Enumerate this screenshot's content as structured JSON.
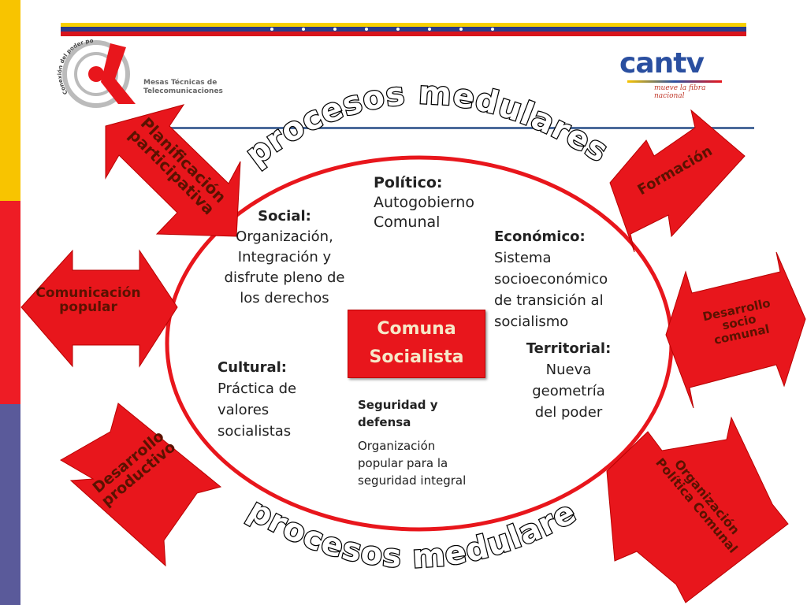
{
  "colors": {
    "band_top": "#f8c400",
    "band_middle": "#ee1c25",
    "band_bottom": "#5a5a9a",
    "arrow_red": "#e8161c",
    "circle_red": "#e8161c",
    "brand_blue": "#2a4fa0"
  },
  "logos": {
    "mesas_line1": "Mesas Técnicas de",
    "mesas_line2": "Telecomunicaciones",
    "seal_text": "Conexión del poder popular",
    "cantv_word": "cantv",
    "cantv_tagline": "mueve la fibra nacional"
  },
  "arcs": {
    "top": "procesos medulares",
    "bottom": "procesos medulares"
  },
  "arrows": {
    "planificacion": [
      "Planificación",
      "participativa"
    ],
    "formacion": "Formación",
    "comunicacion": [
      "Comunicación",
      "popular"
    ],
    "desarrollo_socio": [
      "Desarrollo",
      "socio",
      "comunal"
    ],
    "desarrollo_productivo": [
      "Desarrollo",
      "productivo"
    ],
    "organizacion": [
      "Organización",
      "Política Comunal"
    ]
  },
  "center": {
    "line1": "Comuna",
    "line2": "Socialista"
  },
  "dimensions": {
    "politico": {
      "title": "Político:",
      "lines": [
        "Autogobierno",
        "Comunal"
      ]
    },
    "social": {
      "title": "Social:",
      "lines": [
        "Organización,",
        "Integración y",
        "disfrute pleno de",
        "los derechos"
      ]
    },
    "economico": {
      "title": "Económico:",
      "lines": [
        "Sistema",
        "socioeconómico",
        "de transición al",
        "socialismo"
      ]
    },
    "territorial": {
      "title": "Territorial:",
      "lines": [
        "Nueva",
        "geometría",
        "del poder"
      ]
    },
    "cultural": {
      "title": "Cultural:",
      "lines": [
        "Práctica de",
        "valores",
        "socialistas"
      ]
    },
    "seguridad": {
      "title_lines": [
        "Seguridad y",
        "defensa"
      ],
      "lines": [
        "Organización",
        "popular para la",
        "seguridad integral"
      ]
    }
  }
}
